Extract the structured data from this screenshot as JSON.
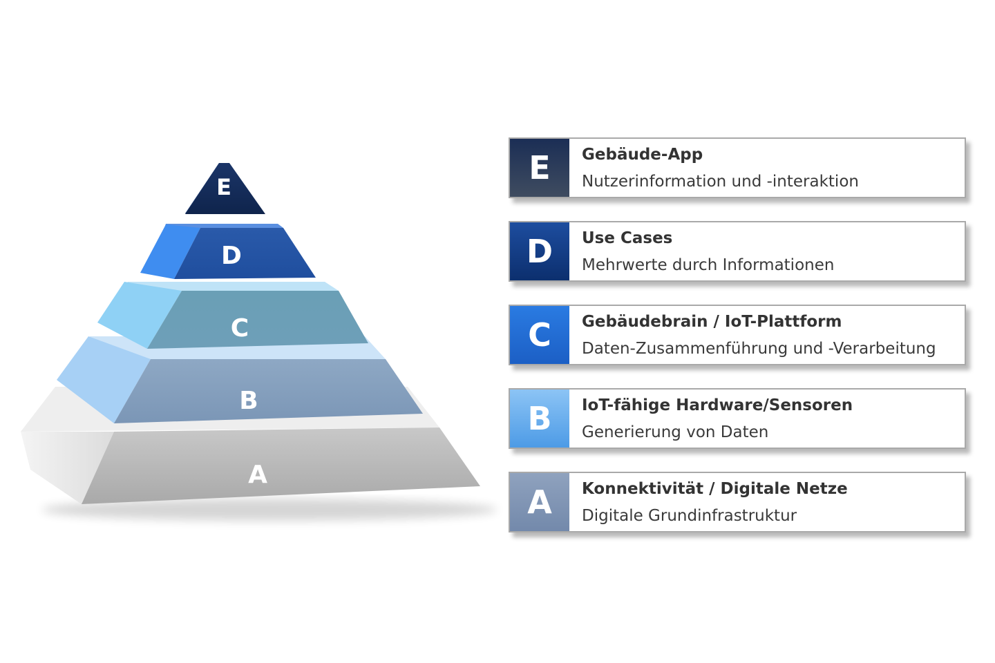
{
  "pyramid": {
    "levels": [
      {
        "letter": "E"
      },
      {
        "letter": "D"
      },
      {
        "letter": "C"
      },
      {
        "letter": "B"
      },
      {
        "letter": "A"
      }
    ]
  },
  "legend": [
    {
      "letter": "E",
      "title": "Gebäude-App",
      "subtitle": "Nutzerinformation und -interaktion",
      "color": "#1b2e55"
    },
    {
      "letter": "D",
      "title": "Use Cases",
      "subtitle": "Mehrwerte durch Informationen",
      "color": "#1d4d9f"
    },
    {
      "letter": "C",
      "title": "Gebäudebrain / IoT-Plattform",
      "subtitle": "Daten-Zusammenführung und -Verarbeitung",
      "color": "#2a7be2"
    },
    {
      "letter": "B",
      "title": "IoT-fähige Hardware/Sensoren",
      "subtitle": "Generierung von Daten",
      "color": "#6aaef0"
    },
    {
      "letter": "A",
      "title": "Konnektivität / Digitale Netze",
      "subtitle": "Digitale Grundinfrastruktur",
      "color": "#7f94b5"
    }
  ]
}
